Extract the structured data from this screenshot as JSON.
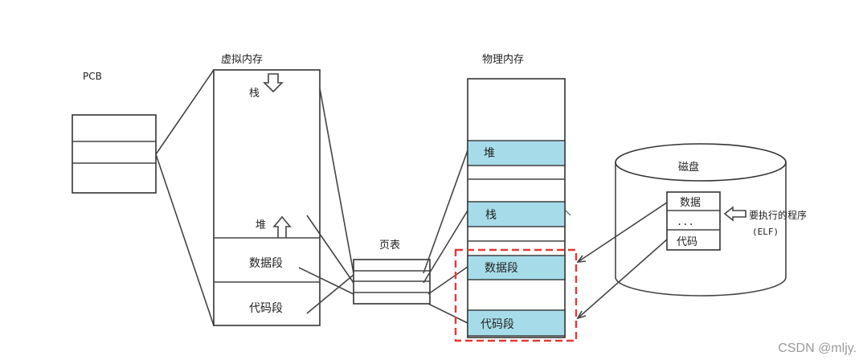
{
  "pcb": {
    "title": "PCB"
  },
  "virtual_memory": {
    "title": "虚拟内存",
    "stack": "栈",
    "heap": "堆",
    "data_segment": "数据段",
    "code_segment": "代码段"
  },
  "page_table": {
    "title": "页表"
  },
  "physical_memory": {
    "title": "物理内存",
    "heap": "堆",
    "stack": "栈",
    "data_segment": "数据段",
    "code_segment": "代码段"
  },
  "disk": {
    "title": "磁盘",
    "data": "数据",
    "ellipsis": "...",
    "code": "代码"
  },
  "program_note": {
    "line1": "要执行的程序",
    "line2": "(ELF)"
  },
  "watermark": "CSDN @mljy.",
  "colors": {
    "cell_fill": "#a6dcea",
    "highlight_border": "#e53935"
  }
}
